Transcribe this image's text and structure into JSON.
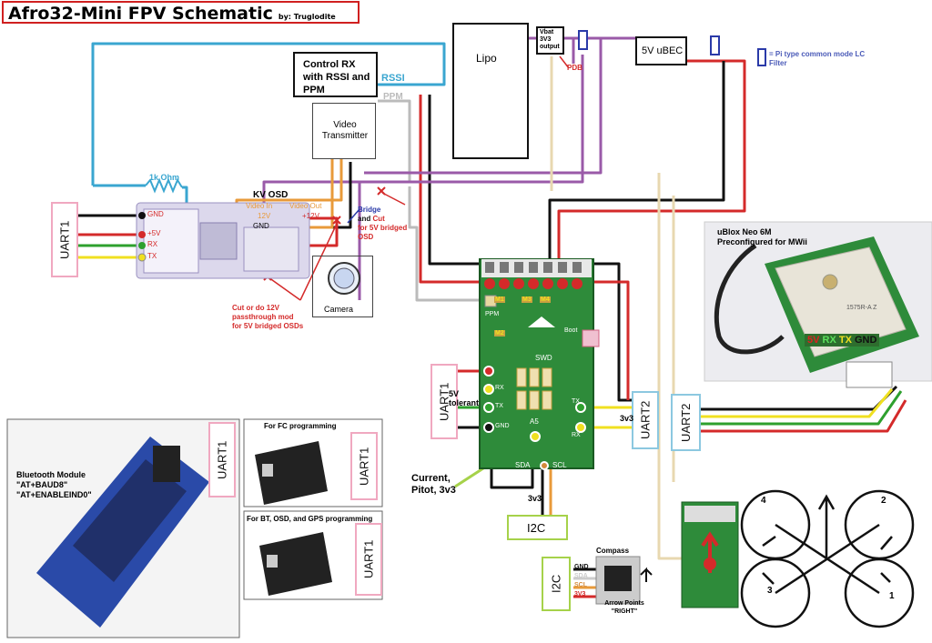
{
  "title": "Afro32-Mini FPV Schematic",
  "byline": "by: Truglodite",
  "rx_box": "Control RX with RSSI and PPM",
  "rssi": "RSSI",
  "ppm": "PPM",
  "lipo": "Lipo",
  "vbat": "Vbat 3V3 output",
  "pdb": "PDB",
  "ubec": "5V uBEC",
  "filter_legend": "= Pi type common mode LC Filter",
  "vtx": "Video Transmitter",
  "camera": "Camera",
  "resistor": "1k Ohm",
  "kv_osd": "KV OSD",
  "osd_pins": {
    "video_in": "Video In",
    "video_out": "Video Out",
    "v12_left": "12V",
    "v12_right": "+12V",
    "gnd": "GND"
  },
  "osd_left_pins": [
    "GND",
    "+5V",
    "RX",
    "TX"
  ],
  "bridge_note": {
    "bridge": "Bridge",
    "and": "and",
    "cut": "Cut",
    "rest": "for 5V bridged OSD"
  },
  "cut_note": "Cut or do 12V passthrough mod for 5V bridged OSDs",
  "uart1": "UART1",
  "uart2": "UART2",
  "i2c": "I2C",
  "fc_pins": {
    "m1": "M1",
    "m2": "M2",
    "m3": "M3",
    "m4": "M4",
    "rx": "RX",
    "tx": "TX",
    "gnd": "GND",
    "swd": "SWD",
    "a5": "A5",
    "sda": "SDA",
    "scl": "SCL",
    "v3": "3v3",
    "ppm": "PPM",
    "boot": "Boot"
  },
  "tolerant": "5V tolerant",
  "uart2_v": "3v3",
  "current_note": "Current, Pitot, 3v3",
  "i2c_v": "3v3",
  "gps_title": "uBlox Neo 6M Preconfigured for MWii",
  "gps_pins": [
    {
      "label": "5V",
      "color": "#e02020"
    },
    {
      "label": "RX",
      "color": "#2ea02e"
    },
    {
      "label": "TX",
      "color": "#f0e020"
    },
    {
      "label": "GND",
      "color": "#111111"
    }
  ],
  "gps_chip": "1575R-A Z",
  "bt_title": "Bluetooth Module",
  "bt_cmd1": "\"AT+BAUD8\"",
  "bt_cmd2": "\"AT+ENABLEIND0\"",
  "fc_prog": "For FC programming",
  "bt_prog": "For BT, OSD, and GPS programming",
  "compass": "Compass",
  "compass_pins": [
    "GND",
    "SDA",
    "SCL",
    "3V3"
  ],
  "arrow_note": "Arrow Points \"RIGHT\"",
  "motors": [
    "4",
    "2",
    "3",
    "1"
  ],
  "colors": {
    "power": "#d42a2a",
    "ground": "#111111",
    "signal": "#2ea02e",
    "tx": "#f0e020",
    "video": "#e89a3a",
    "rssi": "#3aa6d0",
    "ppm": "#bbbbbb",
    "vbat": "#9a5aa8",
    "uart_box": "#f0a8c0",
    "uart2_box": "#8cc8e0",
    "i2c_box": "#a6d24a",
    "pcb": "#2e8b3a"
  }
}
